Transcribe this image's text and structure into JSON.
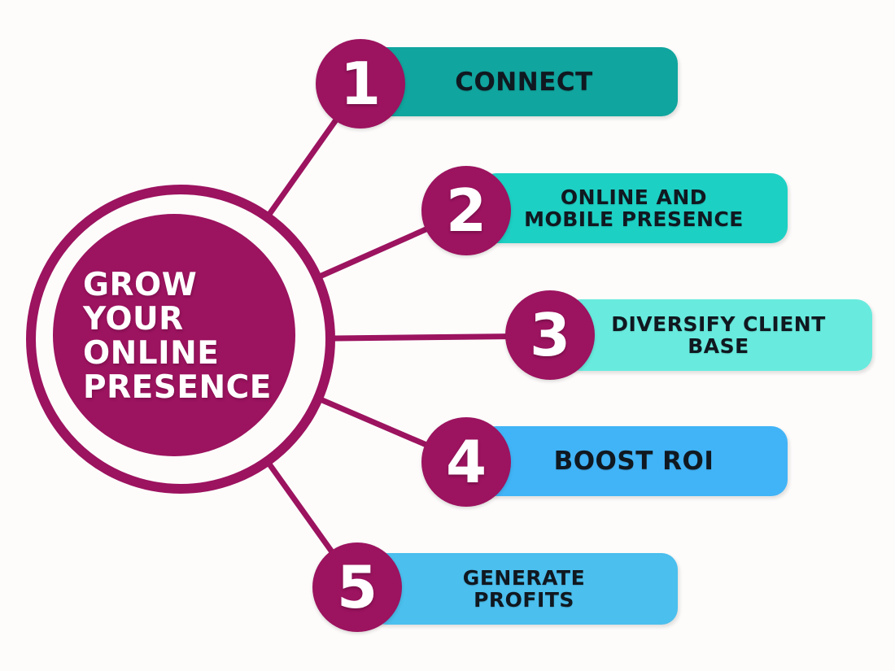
{
  "background": "#FDFCFB",
  "colors": {
    "magenta": "#9C135F",
    "bar_text": "#101820",
    "title_text": "#FFFFFF",
    "step1": "#10A59E",
    "step2": "#1DD0C4",
    "step3": "#68EBDE",
    "step4": "#41B4F7",
    "step5": "#4BBFEE"
  },
  "center": {
    "lines": [
      "GROW",
      "YOUR",
      "ONLINE",
      "PRESENCE"
    ]
  },
  "steps": [
    {
      "number": "1",
      "lines": [
        "CONNECT"
      ],
      "color": "#10A59E"
    },
    {
      "number": "2",
      "lines": [
        "ONLINE AND",
        "MOBILE PRESENCE"
      ],
      "color": "#1DD0C4"
    },
    {
      "number": "3",
      "lines": [
        "DIVERSIFY CLIENT",
        "BASE"
      ],
      "color": "#68EBDE"
    },
    {
      "number": "4",
      "lines": [
        "BOOST ROI"
      ],
      "color": "#41B4F7"
    },
    {
      "number": "5",
      "lines": [
        "GENERATE",
        "PROFITS"
      ],
      "color": "#4BBFEE"
    }
  ]
}
